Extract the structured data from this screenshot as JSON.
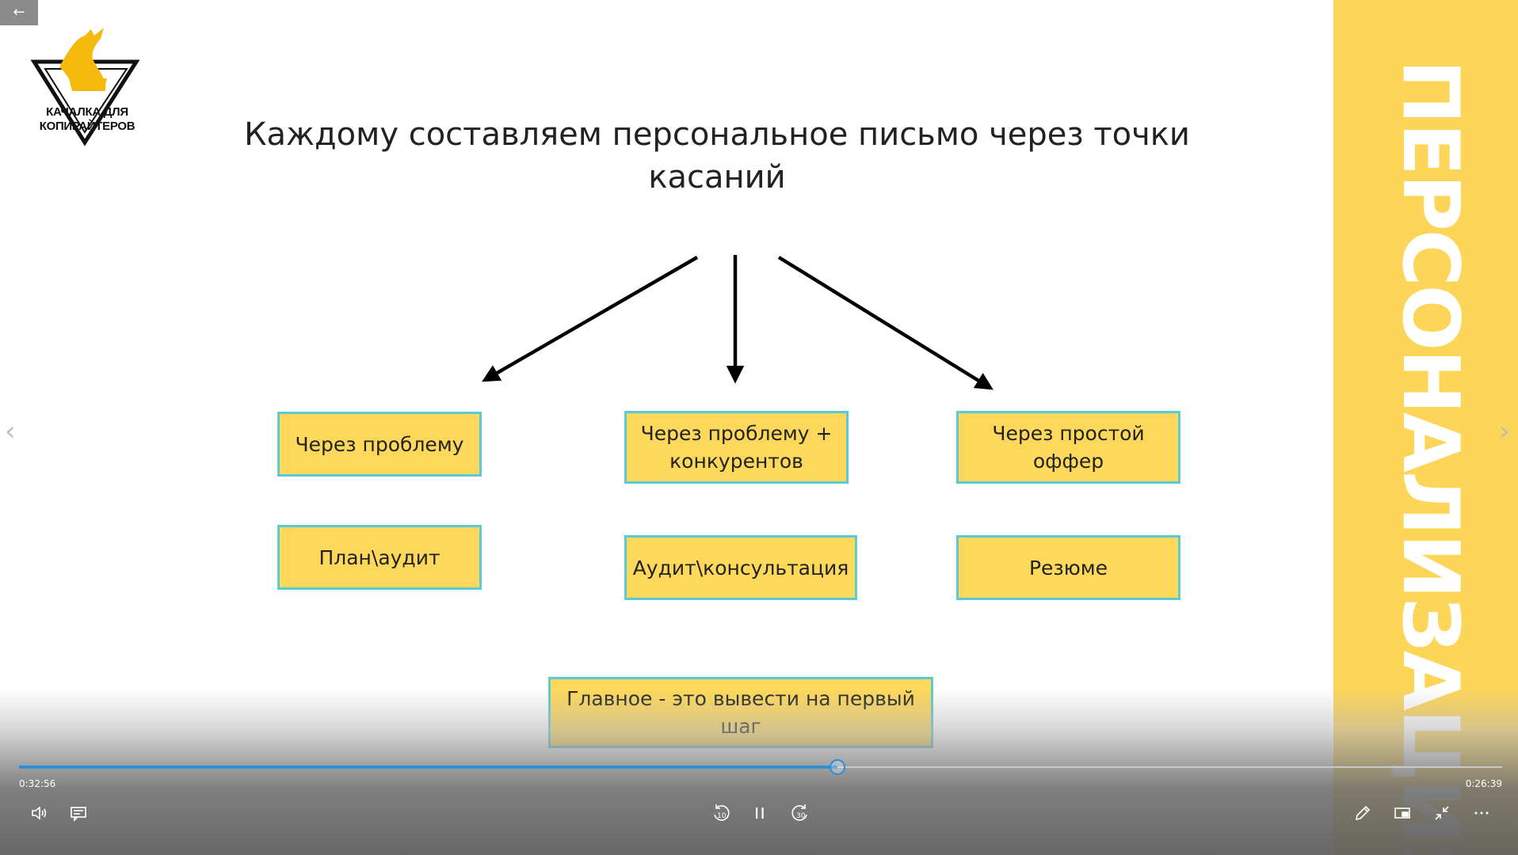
{
  "slide": {
    "title": "Каждому составляем персональное письмо через точки касаний",
    "side_text": "ПЕРСОНАЛИЗАЦИЯ",
    "logo_line1": "КАЧАЛКА ДЛЯ",
    "logo_line2": "КОПИРАЙТЕРОВ",
    "boxes": [
      "Через проблему",
      "Через проблему + конкурентов",
      "Через простой оффер",
      "План\\аудит",
      "Аудит\\консультация",
      "Резюме",
      "Главное - это вывести на первый шаг"
    ]
  },
  "player": {
    "elapsed": "0:32:56",
    "remaining": "0:26:39",
    "progress_fraction": 0.552,
    "skip_back_seconds": "10",
    "skip_forward_seconds": "30",
    "accent_color": "#2f8fd6"
  },
  "colors": {
    "box_fill": "#fdd85a",
    "box_border": "#5bc9d6",
    "side_band": "#fdd559"
  }
}
